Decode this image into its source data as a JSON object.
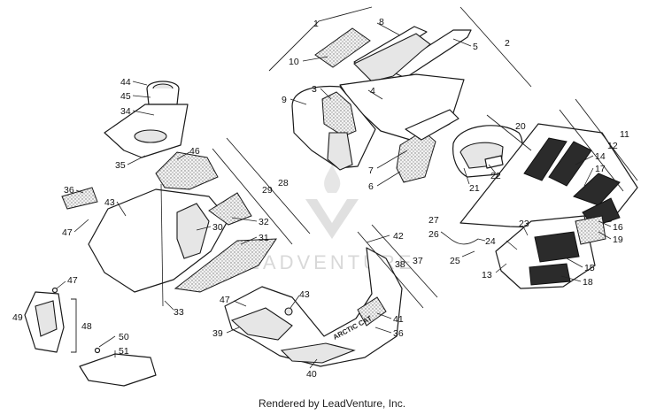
{
  "footer_text": "Rendered by LeadVenture, Inc.",
  "watermark_text": "LEADVENTURE",
  "decal_text": "ARCTIC CAT",
  "callouts": [
    "1",
    "2",
    "3",
    "4",
    "5",
    "6",
    "7",
    "8",
    "9",
    "10",
    "11",
    "12",
    "13",
    "14",
    "15",
    "16",
    "17",
    "18",
    "19",
    "20",
    "21",
    "22",
    "23",
    "24",
    "25",
    "26",
    "27",
    "28",
    "29",
    "30",
    "31",
    "32",
    "33",
    "34",
    "35",
    "36",
    "37",
    "38",
    "39",
    "40",
    "41",
    "42",
    "43",
    "44",
    "45",
    "46",
    "47",
    "48",
    "49",
    "50",
    "51",
    "36",
    "43",
    "47",
    "47"
  ],
  "colors": {
    "line": "#1a1a1a",
    "fill": "#ffffff",
    "watermark": "#cfcfcf"
  }
}
